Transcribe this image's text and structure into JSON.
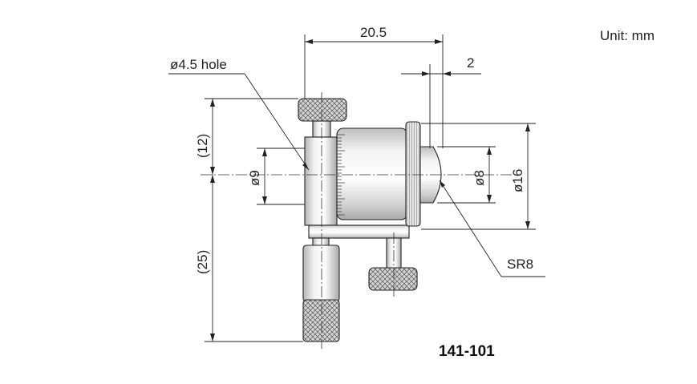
{
  "unit_label": "Unit: mm",
  "model_number": "141-101",
  "dimensions": {
    "overall_width": "20.5",
    "tip_offset": "2",
    "hole": "ø4.5 hole",
    "upper_height": "(12)",
    "lower_height": "(25)",
    "bore_dia": "ø9",
    "anvil_dia": "ø8",
    "thimble_dia": "ø16",
    "tip_radius": "SR8"
  },
  "colors": {
    "line": "#222222",
    "metal_light": "#f2f2f2",
    "metal_mid": "#d9d9d9",
    "metal_dark": "#a8a8a8"
  }
}
